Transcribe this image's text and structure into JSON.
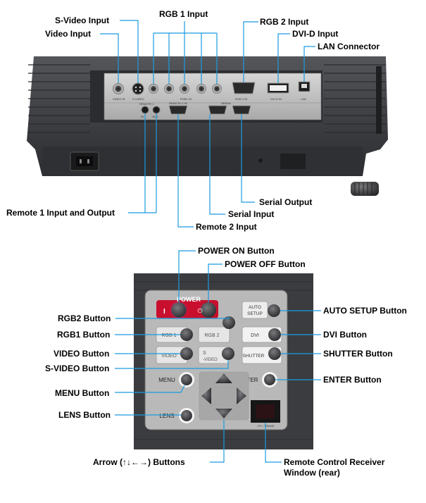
{
  "colors": {
    "leader": "#1a9be0",
    "body": "#3d3d40",
    "panel": "#b9b9b9",
    "power_red": "#c8102e"
  },
  "top_labels": {
    "s_video_input": "S-Video Input",
    "video_input": "Video Input",
    "rgb1_input": "RGB 1 Input",
    "rgb2_input": "RGB 2 Input",
    "dvid_input": "DVI-D Input",
    "lan_connector": "LAN Connector",
    "serial_output": "Serial Output",
    "serial_input": "Serial Input",
    "remote1": "Remote 1 Input and Output",
    "remote2": "Remote 2 Input"
  },
  "bottom_labels": {
    "power_on": "POWER ON Button",
    "power_off": "POWER OFF Button",
    "rgb2_button": "RGB2 Button",
    "rgb1_button": "RGB1 Button",
    "video_button": "VIDEO Button",
    "svideo_button": "S-VIDEO Button",
    "menu_button": "MENU Button",
    "lens_button": "LENS Button",
    "auto_setup_button": "AUTO SETUP Button",
    "dvi_button": "DVI Button",
    "shutter_button": "SHUTTER Button",
    "enter_button": "ENTER Button",
    "arrow_buttons": "Arrow (↑↓←→) Buttons",
    "receiver_line1": "Remote Control Receiver",
    "receiver_line2": "Window (rear)"
  },
  "panel_text": {
    "power": "POWER",
    "i": "I",
    "auto": "AUTO",
    "setup": "SETUP",
    "rgb1": "RGB 1",
    "rgb2": "RGB 2",
    "dvi": "DVI",
    "video": "VIDEO",
    "s": "S",
    "svideo": "-VIDEO",
    "shutter": "SHUTTER",
    "menu": "MENU",
    "enter": "ENTER",
    "lens": "LENS",
    "receiver_caption": "• PC • TSMU45"
  },
  "connector_text": {
    "video_in": "VIDEO IN",
    "s_video": "S-VIDEO",
    "rgb1_in": "RGB1 IN",
    "rgb2_in": "RGB 2 IN",
    "dvid_in": "DVI-D IN",
    "lan": "LAN",
    "remote1": "REMOTE 1",
    "remote2_in": "REMOTE 2 IN",
    "serial": "SERIAL",
    "in": "IN",
    "out": "OUT"
  }
}
